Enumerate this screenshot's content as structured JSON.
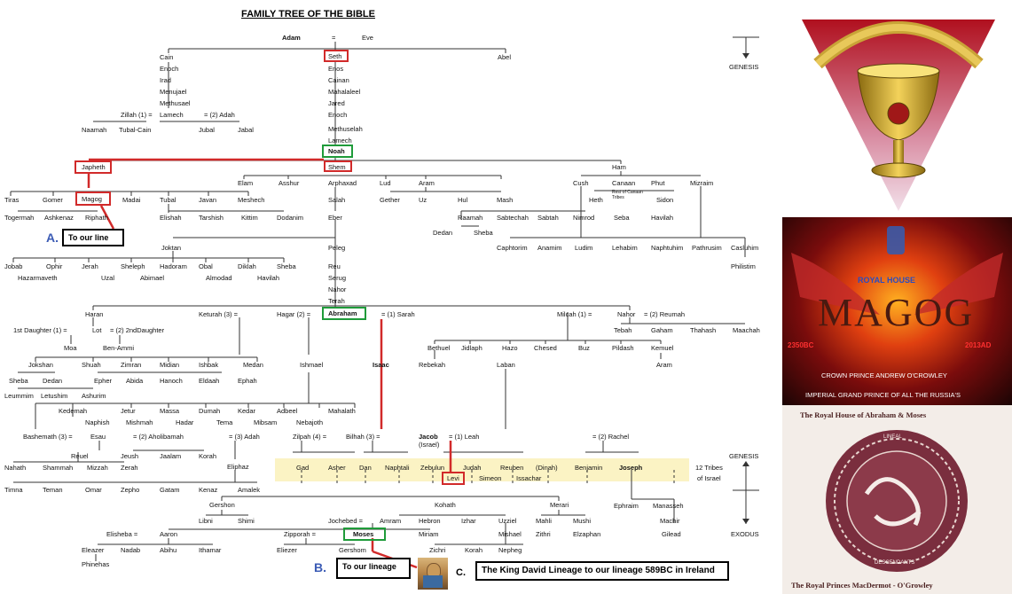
{
  "title": "FAMILY TREE OF THE BIBLE",
  "side_labels": {
    "genesis_top": "GENESIS",
    "genesis_bottom": "GENESIS",
    "exodus": "EXODUS",
    "tribes": "12 Tribes",
    "tribes2": "of Israel"
  },
  "notes": {
    "a_letter": "A.",
    "a_text": "To our line",
    "b_letter": "B.",
    "b_text": "To our lineage",
    "c_letter": "C.",
    "c_text": "The King David Lineage to our lineage 589BC in Ireland"
  },
  "names": {
    "adam": "Adam",
    "eq1": "=",
    "eve": "Eve",
    "cain": "Cain",
    "seth": "Seth",
    "abel": "Abel",
    "enoch1": "Enoch",
    "irad": "Irad",
    "menujael": "Menujael",
    "methusael": "Methusael",
    "zillah": "Zillah (1) =",
    "lamech1": "Lamech",
    "adah1": "= (2) Adah",
    "naamah": "Naamah",
    "tubalcain": "Tubal-Cain",
    "jubal": "Jubal",
    "jabal": "Jabal",
    "enos": "Enos",
    "cainan": "Cainan",
    "mahalaleel": "Mahalaleel",
    "jared": "Jared",
    "enoch2": "Enoch",
    "methuselah": "Methuselah",
    "lamech2": "Lamech",
    "noah": "Noah",
    "japheth": "Japheth",
    "shem": "Shem",
    "ham": "Ham",
    "tiras": "Tiras",
    "gomer": "Gomer",
    "magog": "Magog",
    "madai": "Madai",
    "tubal": "Tubal",
    "javan": "Javan",
    "meshech": "Meshech",
    "togermah": "Togermah",
    "ashkenaz": "Ashkenaz",
    "riphath": "Riphath",
    "elishah": "Elishah",
    "tarshish": "Tarshish",
    "kittim": "Kittim",
    "dodanim": "Dodanim",
    "elam": "Elam",
    "asshur": "Asshur",
    "arphaxad": "Arphaxad",
    "lud": "Lud",
    "aram": "Aram",
    "gether": "Gether",
    "uz": "Uz",
    "hul": "Hul",
    "mash": "Mash",
    "salah": "Salah",
    "eber": "Eber",
    "joktan": "Joktan",
    "peleg": "Peleg",
    "cush": "Cush",
    "canaan": "Canaan",
    "phut": "Phut",
    "mizraim": "Mizraim",
    "heth": "Heth",
    "canaan_tribes": "Rest of Canaan Tribes",
    "sidon": "Sidon",
    "raamah": "Raamah",
    "sabtechah": "Sabtechah",
    "sabtah": "Sabtah",
    "nimrod": "Nimrod",
    "seba": "Seba",
    "havilah1": "Havilah",
    "dedan1": "Dedan",
    "sheba1": "Sheba",
    "caphtorim": "Caphtorim",
    "anamim": "Anamim",
    "ludim": "Ludim",
    "lehabim": "Lehabim",
    "naphtuhim": "Naphtuhim",
    "pathrusim": "Pathrusim",
    "casluhim": "Casluhim",
    "philistim": "Philistim",
    "jobab": "Jobab",
    "ophir": "Ophir",
    "jerah": "Jerah",
    "sheleph": "Sheleph",
    "hadoram": "Hadoram",
    "obal": "Obal",
    "diklah": "Diklah",
    "sheba2": "Sheba",
    "hazarmaveth": "Hazarmaveth",
    "uzal": "Uzal",
    "abimael": "Abimael",
    "almodad": "Almodad",
    "havilah2": "Havilah",
    "reu": "Reu",
    "serug": "Serug",
    "nahor1": "Nahor",
    "terah": "Terah",
    "haran": "Haran",
    "keturah": "Keturah (3) =",
    "hagar": "Hagar (2) =",
    "abraham": "Abraham",
    "sarah": "= (1) Sarah",
    "milcah": "Milcah (1) =",
    "nahor2": "Nahor",
    "reumah": "= (2) Reumah",
    "daughter1": "1st Daughter (1) =",
    "lot": "Lot",
    "daughter2": "= (2) 2ndDaughter",
    "moa": "Moa",
    "benammi": "Ben-Ammi",
    "tebah": "Tebah",
    "gaham": "Gaham",
    "thahash": "Thahash",
    "maachah": "Maachah",
    "bethuel": "Bethuel",
    "jidlaph": "Jidlaph",
    "hazo": "Hazo",
    "chesed": "Chesed",
    "buz": "Buz",
    "pildash": "Pildash",
    "kemuel": "Kemuel",
    "aram2": "Aram",
    "rebekah": "Rebekah",
    "laban": "Laban",
    "jokshan": "Jokshan",
    "shuah": "Shuah",
    "zimran": "Zimran",
    "midian": "Midian",
    "ishbak": "Ishbak",
    "medan": "Medan",
    "ishmael": "Ishmael",
    "isaac": "Isaac",
    "sheba3": "Sheba",
    "dedan2": "Dedan",
    "ephar": "Epher",
    "abida": "Abida",
    "hanoch": "Hanoch",
    "eldaah": "Eldaah",
    "ephah": "Ephah",
    "leummim": "Leummim",
    "letushim": "Letushim",
    "ashurim": "Ashurim",
    "kedemah": "Kedemah",
    "jetur": "Jetur",
    "massa": "Massa",
    "dumah": "Dumah",
    "kedar": "Kedar",
    "adbeel": "Adbeel",
    "mahalath": "Mahalath",
    "naphish": "Naphish",
    "mishmah": "Mishmah",
    "hadar": "Hadar",
    "tema": "Tema",
    "mibsam": "Mibsam",
    "nebajoth": "Nebajoth",
    "bashemath": "Bashemath (3) =",
    "esau": "Esau",
    "aholibamah": "= (2) Aholibamah",
    "adah2": "= (3) Adah",
    "zilpah": "Zilpah (4) =",
    "bilhah": "Bilhah (3) =",
    "jacob": "Jacob",
    "israel": "(Israel)",
    "leah": "= (1) Leah",
    "rachel": "= (2) Rachel",
    "reuel": "Reuel",
    "jeush": "Jeush",
    "jaalam": "Jaalam",
    "korah1": "Korah",
    "eliphaz": "Eliphaz",
    "nahath": "Nahath",
    "shammah": "Shammah",
    "mizzah": "Mizzah",
    "zerah": "Zerah",
    "timna": "Timna",
    "teman": "Teman",
    "omar": "Omar",
    "zepho": "Zepho",
    "gatam": "Gatam",
    "kenaz": "Kenaz",
    "amalek": "Amalek",
    "gad": "Gad",
    "asher": "Asher",
    "dan": "Dan",
    "naphtali": "Naphtali",
    "zebulun": "Zebulun",
    "judah": "Judah",
    "reuben": "Reuben",
    "dinah": "(Dinah)",
    "benjamin": "Benjamin",
    "joseph": "Joseph",
    "levi": "Levi",
    "simeon": "Simeon",
    "issachar": "Issachar",
    "gershon": "Gershon",
    "kohath": "Kohath",
    "merari": "Merari",
    "libni": "Libni",
    "shimi": "Shimi",
    "jochebed": "Jochebed =",
    "amram": "Amram",
    "hebron": "Hebron",
    "izhar": "Izhar",
    "uzziel": "Uzziel",
    "mahli": "Mahli",
    "mushi": "Mushi",
    "ephraim": "Ephraim",
    "manasseh": "Manasseh",
    "machir": "Machir",
    "gilead": "Gilead",
    "elisheba": "Elisheba =",
    "aaron": "Aaron",
    "zipporah": "Zipporah =",
    "moses": "Moses",
    "miriam": "Miriam",
    "mishael": "Mishael",
    "zithri": "Zithri",
    "elzaphan": "Elzaphan",
    "eleazer": "Eleazer",
    "nadab": "Nadab",
    "abihu": "Abihu",
    "ithamar": "Ithamar",
    "phinehas": "Phinehas",
    "eliezer": "Eliezer",
    "gershom": "Gershom",
    "zichri": "Zichri",
    "korah2": "Korah",
    "nepheg": "Nepheg"
  },
  "side_panels": {
    "panel1_caption": "",
    "panel2_house": "ROYAL HOUSE",
    "panel2_magog": "MAGOG",
    "panel2_year1": "2350BC",
    "panel2_year2": "2013AD",
    "panel2_line1": "CROWN PRINCE ANDREW O'CROWLEY",
    "panel2_line2": "IMPERIAL GRAND PRINCE OF ALL THE RUSSIA'S",
    "panel3_title": "The Royal House of Abraham & Moses",
    "panel3_seal_top": "LINEAL",
    "panel3_seal_bottom": "DESCENDANTS",
    "panel3_footer": "The Royal Princes MacDermot - O'Growley"
  },
  "colors": {
    "red": "#d12a2a",
    "green": "#1f9b3a",
    "accent_blue": "#3b5bb5"
  }
}
